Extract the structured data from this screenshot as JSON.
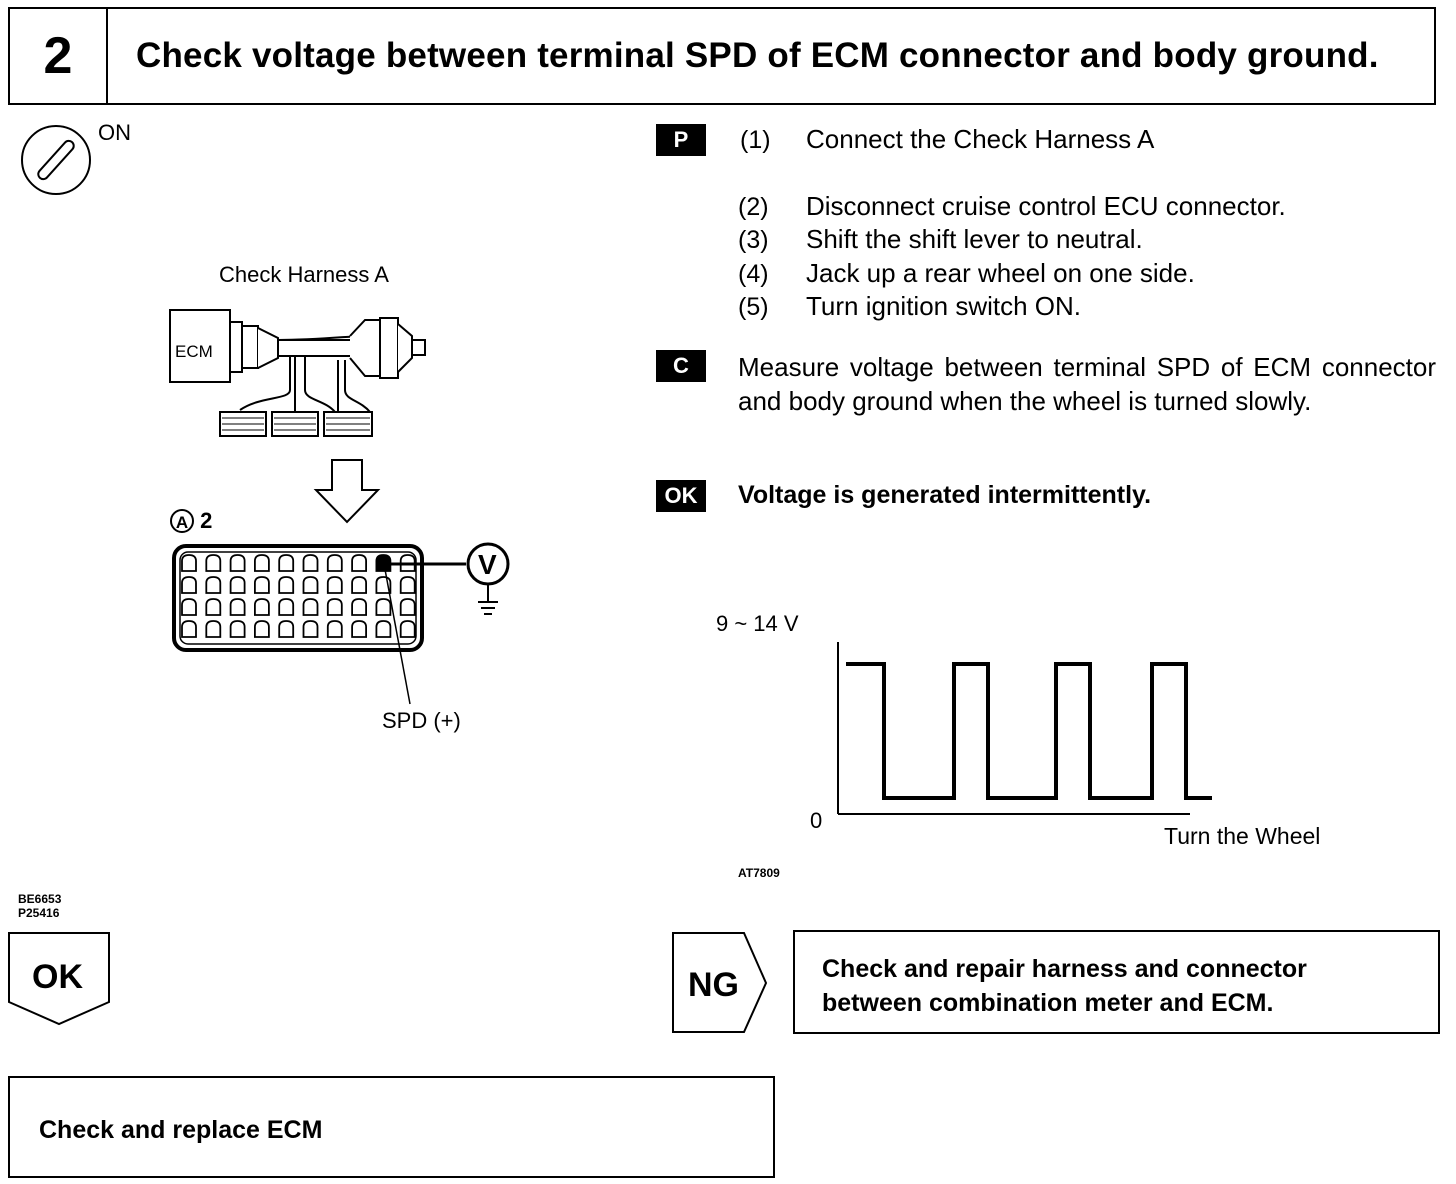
{
  "header": {
    "step_number": "2",
    "title": "Check voltage between terminal SPD of ECM connector and body ground."
  },
  "ignition": {
    "label": "ON",
    "icon": "ignition-key-icon"
  },
  "diagram": {
    "harness_label": "Check Harness A",
    "ecm_label": "ECM",
    "connector_label": "2",
    "connector_letter": "A",
    "meter_label": "V",
    "terminal_label": "SPD (+)",
    "codes": [
      "BE6653",
      "P25416"
    ]
  },
  "procedure": {
    "tag_p": "P",
    "steps": [
      {
        "num": "(1)",
        "text": "Connect the Check Harness A"
      },
      {
        "num": "(2)",
        "text": "Disconnect cruise control ECU connector."
      },
      {
        "num": "(3)",
        "text": "Shift the shift lever to neutral."
      },
      {
        "num": "(4)",
        "text": "Jack up a rear wheel on one side."
      },
      {
        "num": "(5)",
        "text": "Turn ignition switch ON."
      }
    ],
    "tag_c": "C",
    "measure_text": "Measure voltage between terminal SPD of ECM connector and body ground when the wheel is turned slowly.",
    "tag_ok": "OK",
    "result_text": "Voltage is generated intermittently."
  },
  "waveform": {
    "y_high_label": "9 ~ 14 V",
    "y_low_label": "0",
    "x_label": "Turn the Wheel",
    "code": "AT7809",
    "levels": [
      1,
      0,
      1,
      0,
      1,
      0,
      1,
      0
    ]
  },
  "outcomes": {
    "ok_label": "OK",
    "ok_action": "Check and replace ECM",
    "ng_label": "NG",
    "ng_action_line1": "Check and repair harness and connector",
    "ng_action_line2": "between combination meter and ECM."
  }
}
